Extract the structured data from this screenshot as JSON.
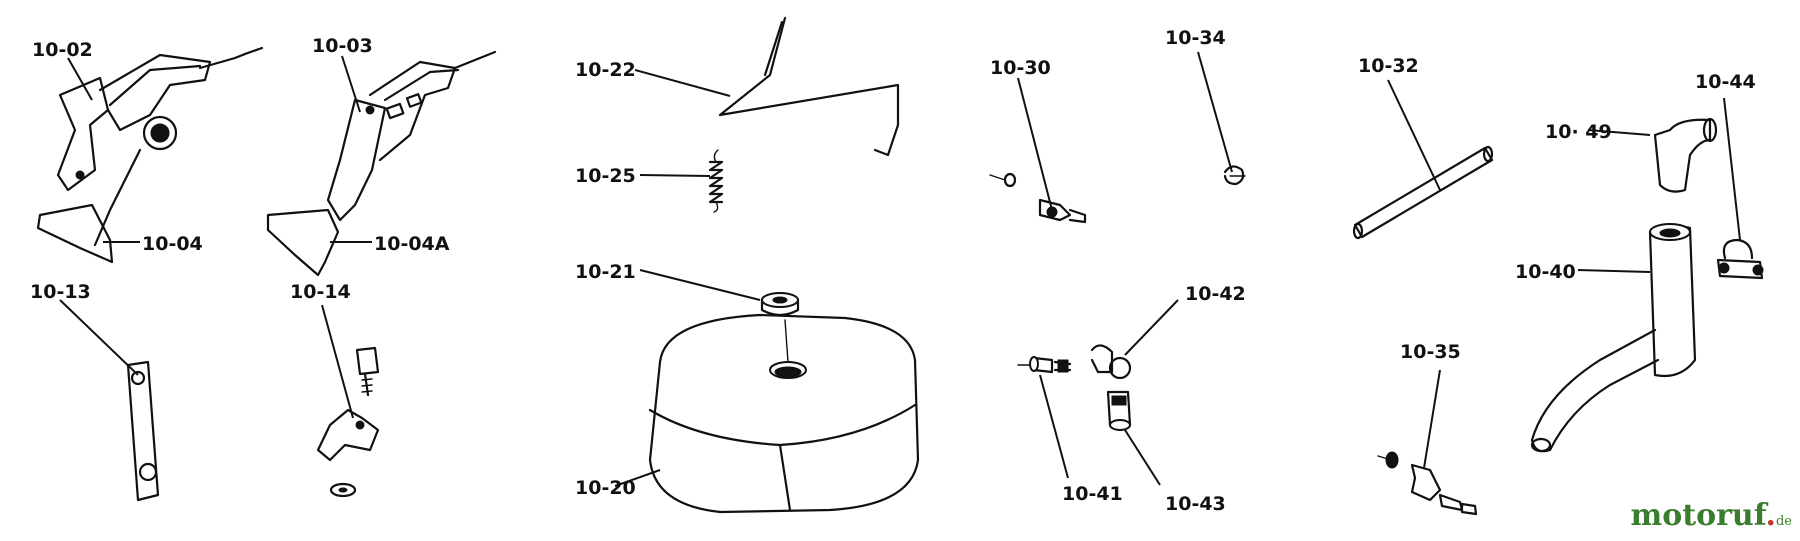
{
  "diagram": {
    "parts": [
      {
        "id": "p1002",
        "label": "10-02"
      },
      {
        "id": "p1003",
        "label": "10-03"
      },
      {
        "id": "p1004",
        "label": "10-04"
      },
      {
        "id": "p1004a",
        "label": "10-04A"
      },
      {
        "id": "p1013",
        "label": "10-13"
      },
      {
        "id": "p1014",
        "label": "10-14"
      },
      {
        "id": "p1022",
        "label": "10-22"
      },
      {
        "id": "p1025",
        "label": "10-25"
      },
      {
        "id": "p1021",
        "label": "10-21"
      },
      {
        "id": "p1020",
        "label": "10-20"
      },
      {
        "id": "p1030",
        "label": "10-30"
      },
      {
        "id": "p1034",
        "label": "10-34"
      },
      {
        "id": "p1042",
        "label": "10-42"
      },
      {
        "id": "p1041",
        "label": "10-41"
      },
      {
        "id": "p1043",
        "label": "10-43"
      },
      {
        "id": "p1032",
        "label": "10-32"
      },
      {
        "id": "p1035",
        "label": "10-35"
      },
      {
        "id": "p1049",
        "label": "10· 49"
      },
      {
        "id": "p1044",
        "label": "10-44"
      },
      {
        "id": "p1040",
        "label": "10-40"
      }
    ]
  },
  "watermark": {
    "main": "motoruf",
    "dot": ".",
    "tld": "de"
  }
}
